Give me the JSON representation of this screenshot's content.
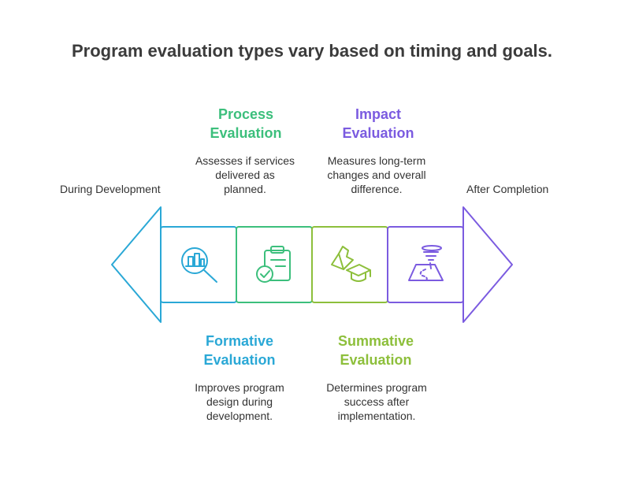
{
  "title": "Program evaluation types vary based on timing and goals.",
  "timeline": {
    "start_label": "During Development",
    "end_label": "After Completion"
  },
  "stages": [
    {
      "heading_line1": "Formative",
      "heading_line2": "Evaluation",
      "desc_lines": [
        "Improves program",
        "design during",
        "development."
      ],
      "icon": "magnifier-chart-icon",
      "color": "#2aa8d6"
    },
    {
      "heading_line1": "Process",
      "heading_line2": "Evaluation",
      "desc_lines": [
        "Assesses if services",
        "delivered as",
        "planned."
      ],
      "icon": "clipboard-check-icon",
      "color": "#3cbf7c"
    },
    {
      "heading_line1": "Summative",
      "heading_line2": "Evaluation",
      "desc_lines": [
        "Determines program",
        "success after",
        "implementation."
      ],
      "icon": "graduation-cap-icon",
      "color": "#8dbf3b"
    },
    {
      "heading_line1": "Impact",
      "heading_line2": "Evaluation",
      "desc_lines": [
        "Measures long-term",
        "changes and overall",
        "difference."
      ],
      "icon": "tornado-map-icon",
      "color": "#7b5be0"
    }
  ]
}
